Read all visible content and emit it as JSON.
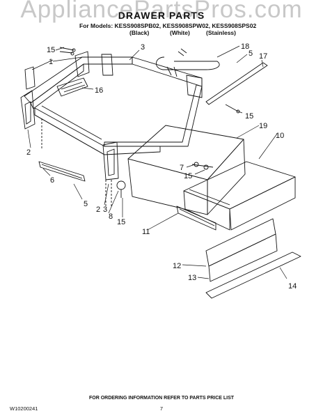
{
  "watermark": "AppliancePartsPros.com",
  "title": "DRAWER PARTS",
  "models_line": "For Models: KESS908SPB02, KESS908SPW02, KESS908SPS02",
  "variants": [
    "(Black)",
    "(White)",
    "(Stainless)"
  ],
  "part_numbers": [
    "15",
    "1",
    "3",
    "16",
    "2",
    "6",
    "5",
    "18",
    "5",
    "17",
    "15",
    "19",
    "10",
    "7",
    "15",
    "3",
    "2",
    "8",
    "15",
    "11",
    "12",
    "13",
    "14"
  ],
  "footer_note": "FOR ORDERING INFORMATION REFER TO PARTS PRICE LIST",
  "doc_number": "W10200241",
  "page_number": "7"
}
